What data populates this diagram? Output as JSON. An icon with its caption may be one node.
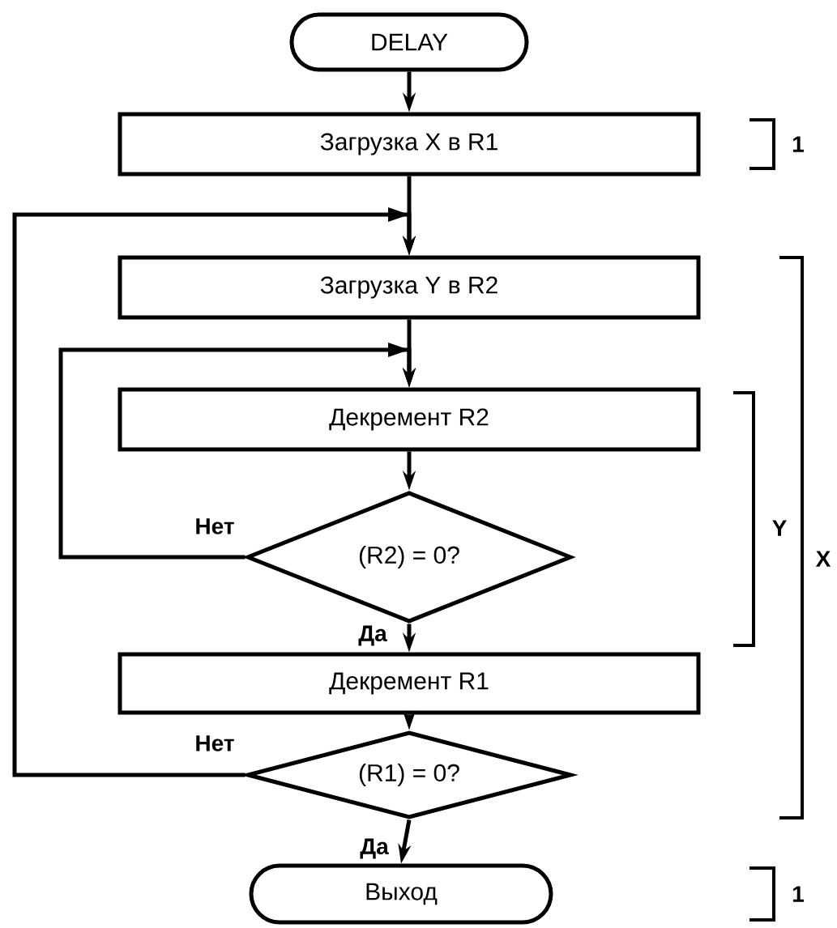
{
  "diagram": {
    "nodes": [
      {
        "text": [
          "DELAY"
        ]
      },
      {
        "text": [
          "Загрузка X в R1"
        ]
      },
      {
        "text": [
          "Загрузка Y в R2"
        ]
      },
      {
        "text": [
          "Декремент R2"
        ]
      },
      {
        "text": [
          "(R2) = 0?"
        ]
      },
      {
        "text": [
          "Декремент R1"
        ]
      },
      {
        "text": [
          "(R1) = 0?"
        ]
      },
      {
        "text": [
          "Выход"
        ]
      }
    ],
    "edges": [
      {
        "from": 0,
        "to": 1,
        "arrow": "to"
      },
      {
        "from": 1,
        "to": 2,
        "arrow": "to"
      },
      {
        "from": 2,
        "to": 3,
        "arrow": "to"
      },
      {
        "from": 3,
        "to": 4,
        "arrow": "to"
      },
      {
        "from": 4,
        "to": 3,
        "arrow": "to",
        "label": "Нет"
      },
      {
        "from": 4,
        "to": 5,
        "arrow": "to",
        "label": "Да"
      },
      {
        "from": 5,
        "to": 6,
        "arrow": "to"
      },
      {
        "from": 6,
        "to": 2,
        "arrow": "to",
        "label": "Нет"
      },
      {
        "from": 6,
        "to": 7,
        "arrow": "to",
        "label": "Да"
      }
    ],
    "labels": [
      "1",
      "Y",
      "X",
      "1"
    ]
  }
}
